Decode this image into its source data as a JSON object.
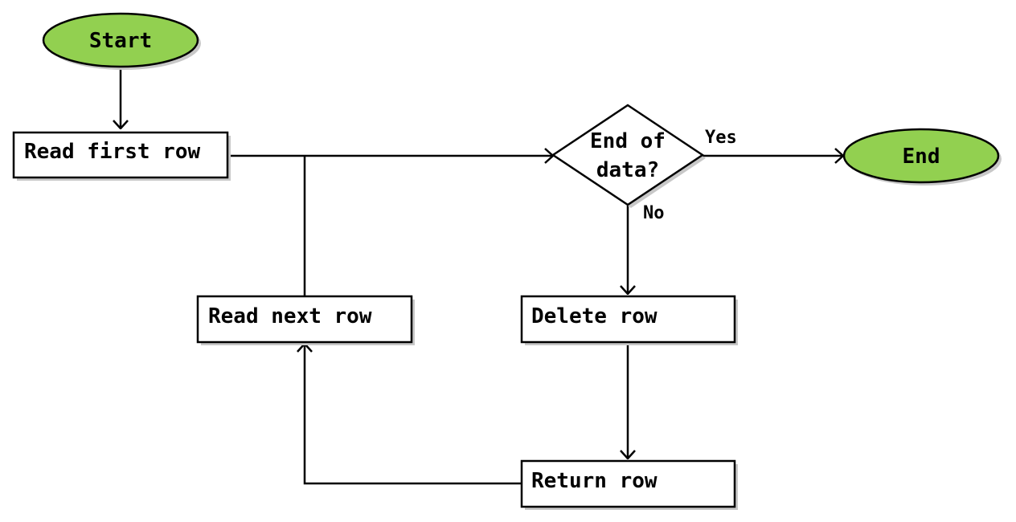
{
  "diagram": {
    "nodes": {
      "start": "Start",
      "read_first_row": "Read first row",
      "decision_line1": "End of",
      "decision_line2": "data?",
      "end": "End",
      "read_next_row": "Read next row",
      "delete_row": "Delete row",
      "return_row": "Return row"
    },
    "edge_labels": {
      "yes": "Yes",
      "no": "No"
    },
    "colors": {
      "terminal_fill": "#92d050",
      "process_fill": "#ffffff",
      "stroke": "#000000",
      "shadow": "#c8c8c8"
    }
  }
}
